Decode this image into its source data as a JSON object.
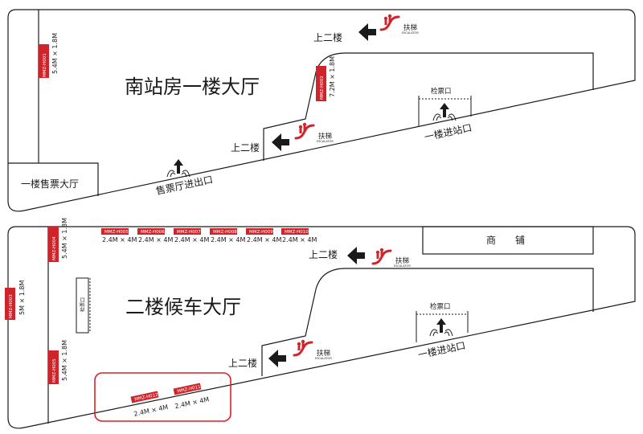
{
  "colors": {
    "ad": "#d0242b",
    "highlight": "#d0242b",
    "ink": "#1a1a1a"
  },
  "floor1": {
    "hall_title": "南站房一楼大厅",
    "ticket_hall": "一楼售票大厅",
    "ticket_exit": "售票厅进出口",
    "entrance": "一楼进站口",
    "checkpoint": "检票口",
    "up_top": "上二楼",
    "up_mid": "上二楼",
    "escalator_label": "扶梯",
    "escalator_sub": "ESCALATOR",
    "ads": [
      {
        "code": "MMZ-H001",
        "size": "5.4M × 1.8M"
      },
      {
        "code": "MMZ-H002",
        "size": "7.2M × 1.8M"
      }
    ]
  },
  "floor2": {
    "hall_title": "二楼候车大厅",
    "shop": "商　　铺",
    "entrance": "一楼进站口",
    "checkpoint": "检票口",
    "gate": "检票口",
    "up_top": "上二楼",
    "up_mid": "上二楼",
    "escalator_label": "扶梯",
    "escalator_sub": "ESCALATOR",
    "ads_vertical": [
      {
        "code": "MMZ-H003",
        "size": "5M × 1.8M"
      },
      {
        "code": "MMZ-H004",
        "size": "5.4M × 1.8M"
      },
      {
        "code": "MMZ-H005",
        "size": "5.4M × 1.8M"
      }
    ],
    "ads_top": [
      {
        "code": "MMZ-H005",
        "size": "2.4M × 4M"
      },
      {
        "code": "MMZ-H006",
        "size": "2.4M × 4M"
      },
      {
        "code": "MMZ-H007",
        "size": "2.4M × 4M"
      },
      {
        "code": "MMZ-H008",
        "size": "2.4M × 4M"
      },
      {
        "code": "MMZ-H009",
        "size": "2.4M × 4M"
      },
      {
        "code": "MMZ-H010",
        "size": "2.4M × 4M"
      }
    ],
    "ads_highlight": [
      {
        "code": "MMZ-H012",
        "size": "2.4M × 4M"
      },
      {
        "code": "MMZ-H011",
        "size": "2.4M × 4M"
      }
    ]
  }
}
